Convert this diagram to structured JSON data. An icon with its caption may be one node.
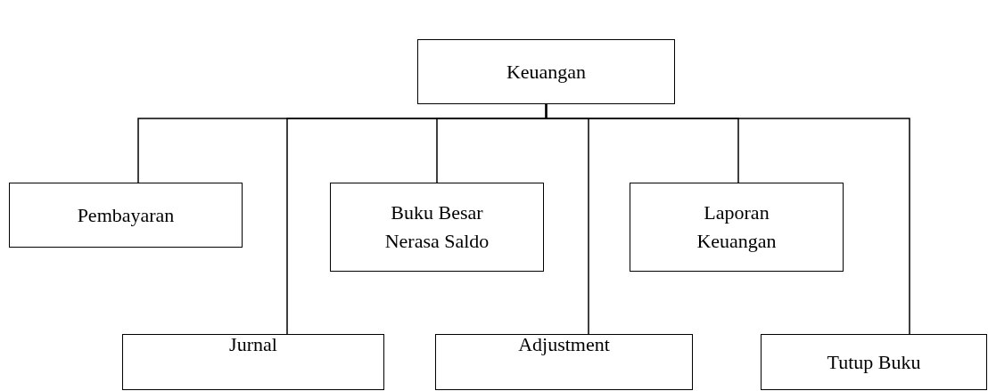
{
  "diagram": {
    "nodes": [
      {
        "text": [
          "Keuangan"
        ]
      },
      {
        "text": [
          "Pembayaran"
        ]
      },
      {
        "text": [
          "Buku Besar Nerasa Saldo"
        ]
      },
      {
        "text": [
          "Laporan Keuangan"
        ]
      },
      {
        "text": [
          "Jurnal"
        ]
      },
      {
        "text": [
          "Adjustment"
        ]
      },
      {
        "text": [
          "Tutup Buku"
        ]
      }
    ],
    "edges": [
      {
        "from": 0,
        "to": 1,
        "arrow": "none"
      },
      {
        "from": 0,
        "to": 2,
        "arrow": "none"
      },
      {
        "from": 0,
        "to": 3,
        "arrow": "none"
      },
      {
        "from": 0,
        "to": 4,
        "arrow": "none"
      },
      {
        "from": 0,
        "to": 5,
        "arrow": "none"
      },
      {
        "from": 0,
        "to": 6,
        "arrow": "none"
      }
    ]
  }
}
